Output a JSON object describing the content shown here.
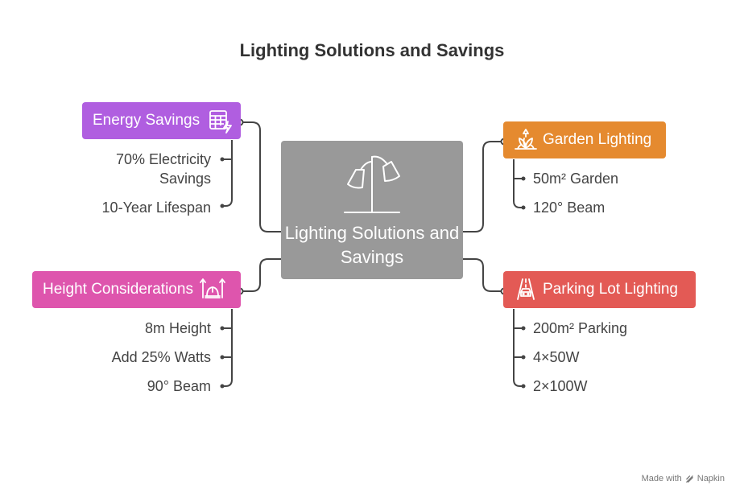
{
  "title": "Lighting Solutions and Savings",
  "center": {
    "label": "Lighting Solutions and Savings",
    "icon": "lamp-icon",
    "color": "#999999"
  },
  "branches": {
    "energy": {
      "label": "Energy Savings",
      "color": "#b05ee0",
      "icon": "calculator-bolt-icon",
      "items": [
        "70% Electricity Savings",
        "10-Year Lifespan"
      ]
    },
    "height": {
      "label": "Height Considerations",
      "color": "#de55ad",
      "icon": "construction-arrows-icon",
      "items": [
        "8m Height",
        "Add 25% Watts",
        "90° Beam"
      ]
    },
    "garden": {
      "label": "Garden Lighting",
      "color": "#e58a2f",
      "icon": "plant-light-icon",
      "items": [
        "50m² Garden",
        "120° Beam"
      ]
    },
    "parking": {
      "label": "Parking Lot Lighting",
      "color": "#e35a55",
      "icon": "road-car-icon",
      "items": [
        "200m² Parking",
        "4×50W",
        "2×100W"
      ]
    }
  },
  "footer": {
    "text": "Made with",
    "brand": "Napkin"
  }
}
